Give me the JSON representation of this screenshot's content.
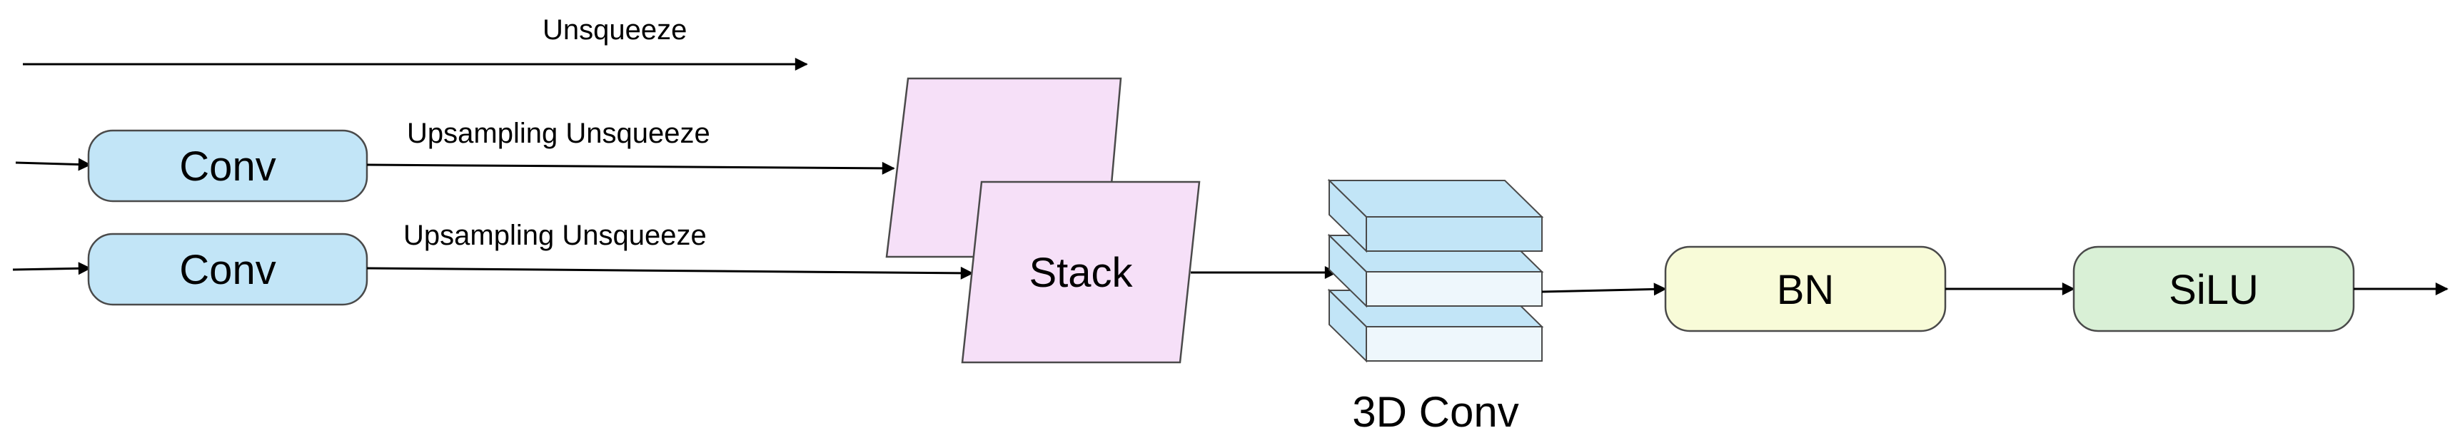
{
  "labels": {
    "top_arrow": "Unsqueeze",
    "upper_edge": "Upsampling Unsqueeze",
    "lower_edge": "Upsampling Unsqueeze"
  },
  "nodes": {
    "conv_top": "Conv",
    "conv_bottom": "Conv",
    "stack": "Stack",
    "conv3d_caption": "3D Conv",
    "bn": "BN",
    "silu": "SiLU"
  },
  "colors": {
    "conv_fill": "#c2e5f7",
    "stack_fill": "#f6e0f8",
    "conv3d_top": "#c2e5f7",
    "conv3d_front": "#eef7fc",
    "bn_fill": "#f8fbd8",
    "silu_fill": "#d9f0d6",
    "stroke": "#4a4a4a"
  }
}
